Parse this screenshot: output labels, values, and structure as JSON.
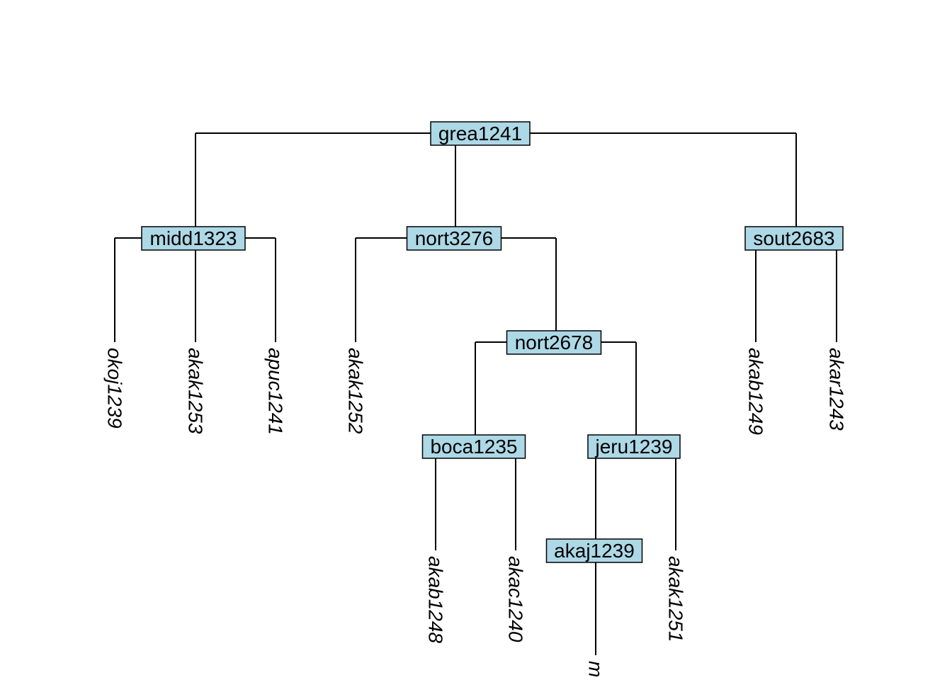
{
  "colors": {
    "node_fill": "#ADD8E6",
    "edge": "#000000"
  },
  "tree": {
    "root": "grea1241",
    "internal_nodes": [
      {
        "id": "grea1241",
        "label": "grea1241",
        "children": [
          "midd1323",
          "nort3276",
          "sout2683"
        ]
      },
      {
        "id": "midd1323",
        "label": "midd1323",
        "children": [
          "okoj1239",
          "akak1253",
          "apuc1241"
        ]
      },
      {
        "id": "nort3276",
        "label": "nort3276",
        "children": [
          "akak1252",
          "nort2678"
        ]
      },
      {
        "id": "sout2683",
        "label": "sout2683",
        "children": [
          "akab1249",
          "akar1243"
        ]
      },
      {
        "id": "nort2678",
        "label": "nort2678",
        "children": [
          "boca1235",
          "jeru1239"
        ]
      },
      {
        "id": "boca1235",
        "label": "boca1235",
        "children": [
          "akab1248",
          "akac1240"
        ]
      },
      {
        "id": "jeru1239",
        "label": "jeru1239",
        "children": [
          "akaj1239",
          "akak1251"
        ]
      },
      {
        "id": "akaj1239",
        "label": "akaj1239",
        "children": [
          "m"
        ]
      }
    ],
    "leaves": [
      {
        "id": "okoj1239",
        "label": "okoj1239"
      },
      {
        "id": "akak1253",
        "label": "akak1253"
      },
      {
        "id": "apuc1241",
        "label": "apuc1241"
      },
      {
        "id": "akak1252",
        "label": "akak1252"
      },
      {
        "id": "akab1249",
        "label": "akab1249"
      },
      {
        "id": "akar1243",
        "label": "akar1243"
      },
      {
        "id": "akab1248",
        "label": "akab1248"
      },
      {
        "id": "akac1240",
        "label": "akac1240"
      },
      {
        "id": "akak1251",
        "label": "akak1251"
      },
      {
        "id": "m",
        "label": "m"
      }
    ]
  }
}
